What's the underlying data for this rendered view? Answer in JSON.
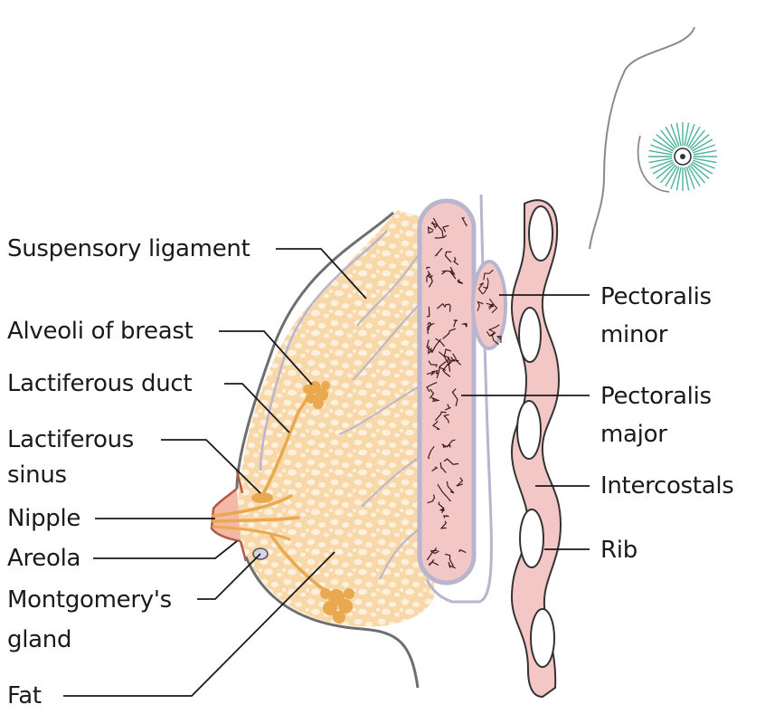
{
  "labels": {
    "suspensory_ligament": "Suspensory ligament",
    "alveoli_of_breast": "Alveoli of breast",
    "lactiferous_duct": "Lactiferous duct",
    "lactiferous_sinus_line1": "Lactiferous",
    "lactiferous_sinus_line2": "sinus",
    "nipple": "Nipple",
    "areola": "Areola",
    "montgomerys_gland_line1": "Montgomery's",
    "montgomerys_gland_line2": "gland",
    "fat": "Fat",
    "pectoralis_minor_line1": "Pectoralis",
    "pectoralis_minor_line2": "minor",
    "pectoralis_major_line1": "Pectoralis",
    "pectoralis_major_line2": "major",
    "intercostals": "Intercostals",
    "rib": "Rib"
  },
  "colors": {
    "fat": "#f8d7a8",
    "fat_light": "#fdf0dc",
    "duct": "#e9a94e",
    "muscle": "#f4c7c7",
    "muscle_crack": "#3b1a1a",
    "rib_bone": "#ffffff",
    "skin_line": "#6e6e6e",
    "fascia": "#b9b5cf",
    "nipple": "#b05a4a",
    "icon_rays": "#4cb39a"
  }
}
